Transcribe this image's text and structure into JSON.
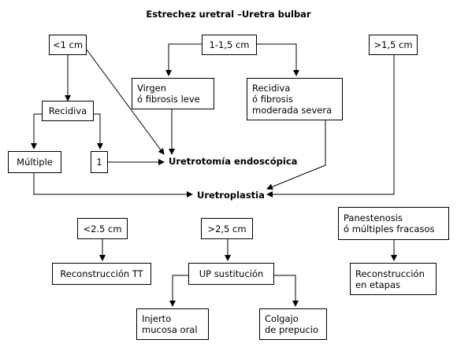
{
  "title": "Estrechez uretral –Uretra bulbar",
  "nodes": {
    "lt1": {
      "lines": [
        "<1 cm"
      ]
    },
    "r1": {
      "lines": [
        "1-1,5 cm"
      ]
    },
    "gt15": {
      "lines": [
        ">1,5 cm"
      ]
    },
    "virgen": {
      "lines": [
        "Virgen",
        "ó fibrosis leve"
      ]
    },
    "recidiva_fm": {
      "lines": [
        "Recidiva",
        "ó fibrosis",
        "moderada severa"
      ]
    },
    "recidiva": {
      "lines": [
        "Recidiva"
      ]
    },
    "multiple": {
      "lines": [
        "Múltiple"
      ]
    },
    "one": {
      "lines": [
        "1"
      ]
    },
    "lt25": {
      "lines": [
        "<2.5 cm"
      ]
    },
    "gt25": {
      "lines": [
        ">2,5 cm"
      ]
    },
    "panest": {
      "lines": [
        "Panestenosis",
        "ó múltiples fracasos"
      ]
    },
    "rectt": {
      "lines": [
        "Reconstrucción TT"
      ]
    },
    "upsust": {
      "lines": [
        "UP sustitución"
      ]
    },
    "recetapas": {
      "lines": [
        "Reconstrucción",
        "en etapas"
      ]
    },
    "injerto": {
      "lines": [
        "Injerto",
        "mucosa oral"
      ]
    },
    "colgajo": {
      "lines": [
        "Colgajo",
        "de prepucio"
      ]
    }
  },
  "outcomes": {
    "uretrotomia": "Uretrotomía endoscópica",
    "uretroplastia": "Uretroplastia"
  },
  "colors": {
    "line": "#000000",
    "background": "#ffffff",
    "text": "#000000"
  }
}
